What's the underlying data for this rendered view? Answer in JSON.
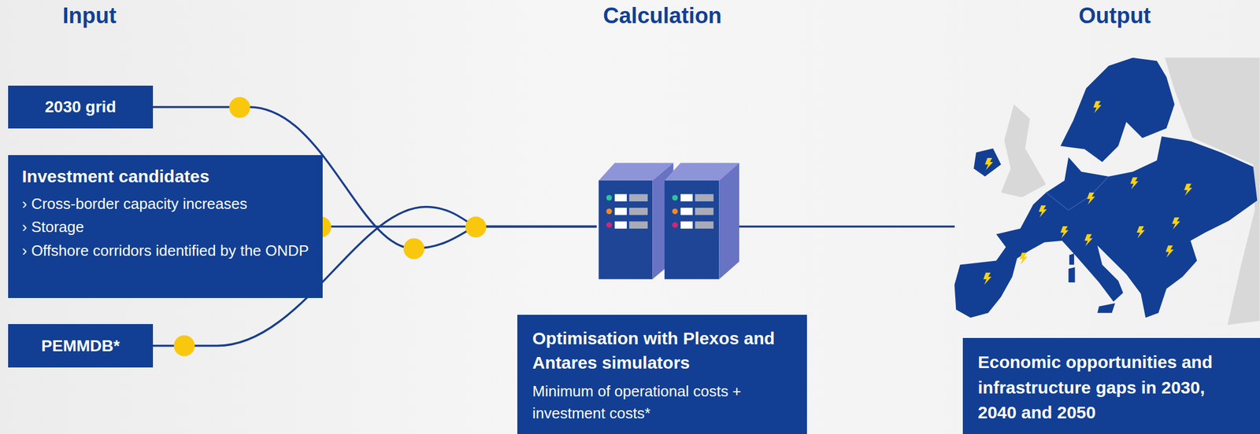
{
  "diagram": {
    "nodes": [
      {
        "text": [
          "2030 grid"
        ]
      },
      {
        "text": [
          "Investment candidates",
          "› Cross-border capacity increases",
          "› Storage",
          "› Offshore corridors identified by the ONDP"
        ]
      },
      {
        "text": [
          "PEMMDB*"
        ]
      },
      {
        "text": [
          "Optimisation with Plexos and Antares simulators",
          "Minimum of operational costs + investment costs*"
        ]
      },
      {
        "text": [
          "Economic opportunities and infrastructure gaps in 2030, 2040 and 2050"
        ]
      }
    ],
    "edges": [
      {
        "from": 0,
        "to": 3,
        "arrow": "none"
      },
      {
        "from": 1,
        "to": 3,
        "arrow": "none"
      },
      {
        "from": 2,
        "to": 3,
        "arrow": "none"
      },
      {
        "from": 3,
        "to": 4,
        "arrow": "none"
      }
    ],
    "labels": [
      "Input",
      "Calculation",
      "Output"
    ]
  }
}
